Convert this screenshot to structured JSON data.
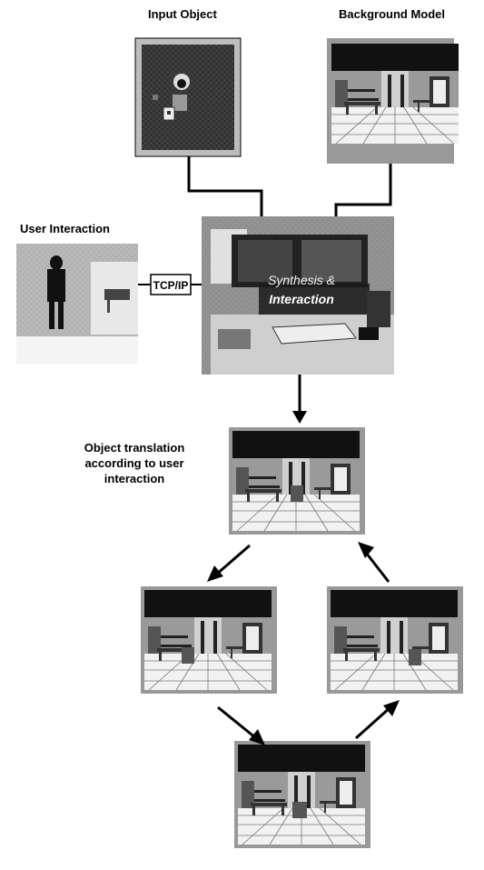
{
  "labels": {
    "input_object": "Input Object",
    "background_model": "Background Model",
    "user_interaction": "User Interaction",
    "tcp_ip": "TCP/IP",
    "synthesis": "Synthesis &",
    "interaction": "Interaction",
    "object_translation": "Object translation according to user interaction"
  },
  "colors": {
    "ink": "#000000",
    "dark": "#1a1a1a",
    "mid_gray": "#8c8c8c",
    "light_gray": "#d8d8d8",
    "paper": "#ffffff"
  }
}
